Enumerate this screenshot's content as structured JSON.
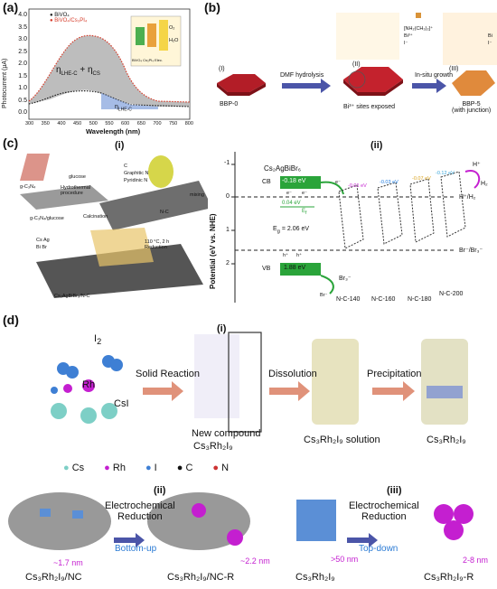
{
  "panel_a": {
    "label": "(a)",
    "ylabel": "Photocurrent (µA)",
    "xlabel": "Wavelength (nm)",
    "xticks": [
      "300",
      "350",
      "400",
      "450",
      "500",
      "550",
      "600",
      "650",
      "700",
      "750",
      "800"
    ],
    "yticks": [
      "0.0",
      "0.5",
      "1.0",
      "1.5",
      "2.0",
      "2.5",
      "3.0",
      "3.5",
      "4.0"
    ],
    "legend_1": "BiVO₄",
    "legend_2": "BiVO₄/Cs₃PI₄",
    "annot_1": "η",
    "annot_1_sub": "LHE-C",
    "annot_1_rest": " + η",
    "annot_1_sub2": "CS",
    "annot_2": "η",
    "annot_2_sub": "LHE-C",
    "inset_o2": "O₂",
    "inset_h2o": "H₂O",
    "inset_bottom": "BiVO₄  Cs₃PI₄    Elec."
  },
  "panel_b": {
    "label": "(b)",
    "step1": "(I)",
    "step2": "(II)",
    "step3": "(III)",
    "bbp0": "BBP-0",
    "arrow1": "DMF hydrolysis",
    "arrow2": "In-situ growth",
    "exposed": "Bi³⁺ sites exposed",
    "bbp5": "BBP-5",
    "junction": "(with junction)",
    "legend_cation": "[NH₂(CH₃)₂]⁺",
    "legend_bi3": "Bi³⁺",
    "legend_i": "I⁻",
    "legend_bi": "Bi",
    "legend_i2": "I⁻"
  },
  "panel_c": {
    "label": "(c)",
    "sub_i": "(i)",
    "sub_ii": "(ii)",
    "gc3n4": "g-C₃N₄",
    "glucose": "glucose",
    "hydrothermal": "Hydrothermal procedure",
    "calcination": "Calcination",
    "gc3n4_glucose": "g-C₃N₄/glucose",
    "legend_c": "C",
    "legend_gn": "Graphitic N",
    "legend_pn": "Pyridinic N",
    "nc": "N-C",
    "mixing": "mixing",
    "reduction": "110 °C, 2 h Reduction",
    "legend_cs": "Cs",
    "legend_ag": "Ag",
    "legend_bi": "Bi",
    "legend_br": "Br",
    "composite": "Cs₂AgBiBr₆/N-C",
    "ylabel": "Potential (eV vs. NHE)",
    "yticks": [
      "-1",
      "0",
      "1",
      "2"
    ],
    "material": "Cs₂AgBiBr₆",
    "cb": "CB",
    "cb_val": "-0.18 eV",
    "vb": "VB",
    "vb_val": "1.88 eV",
    "ef_val": "0.04 eV",
    "eg": "E",
    "eg_sub": "g",
    "eg_val": " = 2.06 eV",
    "ef": "E",
    "ef_sub": "f",
    "e": "e⁻",
    "h": "h⁺",
    "h2_pair": "H⁺/H₂",
    "br_pair": "Br⁻/Br₃⁻",
    "hplus": "H⁺",
    "h2": "H₂",
    "brminus": "Br⁻",
    "br3": "Br₃⁻",
    "nc_vals": [
      "-0.01 eV",
      "-0.03 eV",
      "-0.07 eV",
      "-0.12 eV"
    ],
    "nc_labels": [
      "N-C-140",
      "N-C-160",
      "N-C-180",
      "N-C-200"
    ]
  },
  "panel_d": {
    "label": "(d)",
    "i2": "I",
    "i2_sub": "2",
    "rh": "Rh",
    "csi": "CsI",
    "solid_reaction": "Solid Reaction",
    "new_compound": "New compound",
    "formula": "Cs₃Rh₂I₉",
    "sub_i": "(i)",
    "dissolution": "Dissolution",
    "precipitation": "Precipitation",
    "solution": "Cs₃Rh₂I₉ solution",
    "product": "Cs₃Rh₂I₉",
    "leg_cs": "Cs",
    "leg_rh": "Rh",
    "leg_i": "I",
    "leg_c": "C",
    "leg_n": "N",
    "sub_ii": "(ii)",
    "sub_iii": "(iii)",
    "echem1": "Electrochemical",
    "echem2": "Reduction",
    "bottom_up": "Bottom-up",
    "top_down": "Top-down",
    "size_17": "~1.7 nm",
    "size_22": "~2.2 nm",
    "size_50": ">50 nm",
    "size_28": "2-8 nm",
    "nc_label": "Cs₃Rh₂I₉/NC",
    "ncr_label": "Cs₃Rh₂I₉/NC-R",
    "bulk_label": "Cs₃Rh₂I₉",
    "r_label": "Cs₃Rh₂I₉-R"
  },
  "colors": {
    "arrow": "#4b55a8",
    "salmon": "#e0927a",
    "green_box": "#2aa43a",
    "magenta": "#c41fd0"
  }
}
